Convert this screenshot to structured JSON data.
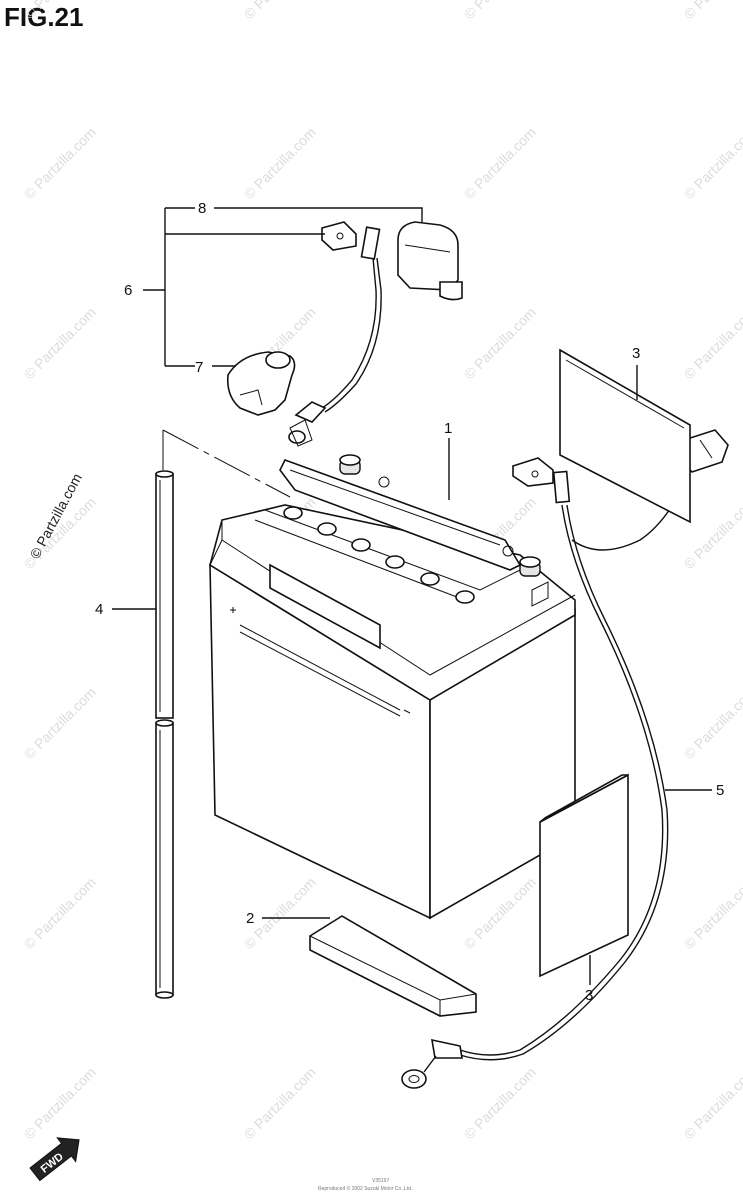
{
  "figure": {
    "title": "FIG.21"
  },
  "watermark": {
    "text": "© Partzilla.com",
    "side_text": "© Partzilla.com"
  },
  "callouts": [
    {
      "id": "c1",
      "label": "1"
    },
    {
      "id": "c2",
      "label": "2"
    },
    {
      "id": "c3a",
      "label": "3"
    },
    {
      "id": "c3b",
      "label": "3"
    },
    {
      "id": "c4",
      "label": "4"
    },
    {
      "id": "c5",
      "label": "5"
    },
    {
      "id": "c6",
      "label": "6"
    },
    {
      "id": "c7",
      "label": "7"
    },
    {
      "id": "c8",
      "label": "8"
    }
  ],
  "footer": {
    "fwd_label": "FWD",
    "tiny_code": "V35197",
    "tiny_copyright": "Reproduced © 2002 Suzuki Motor Co.,Ltd."
  }
}
